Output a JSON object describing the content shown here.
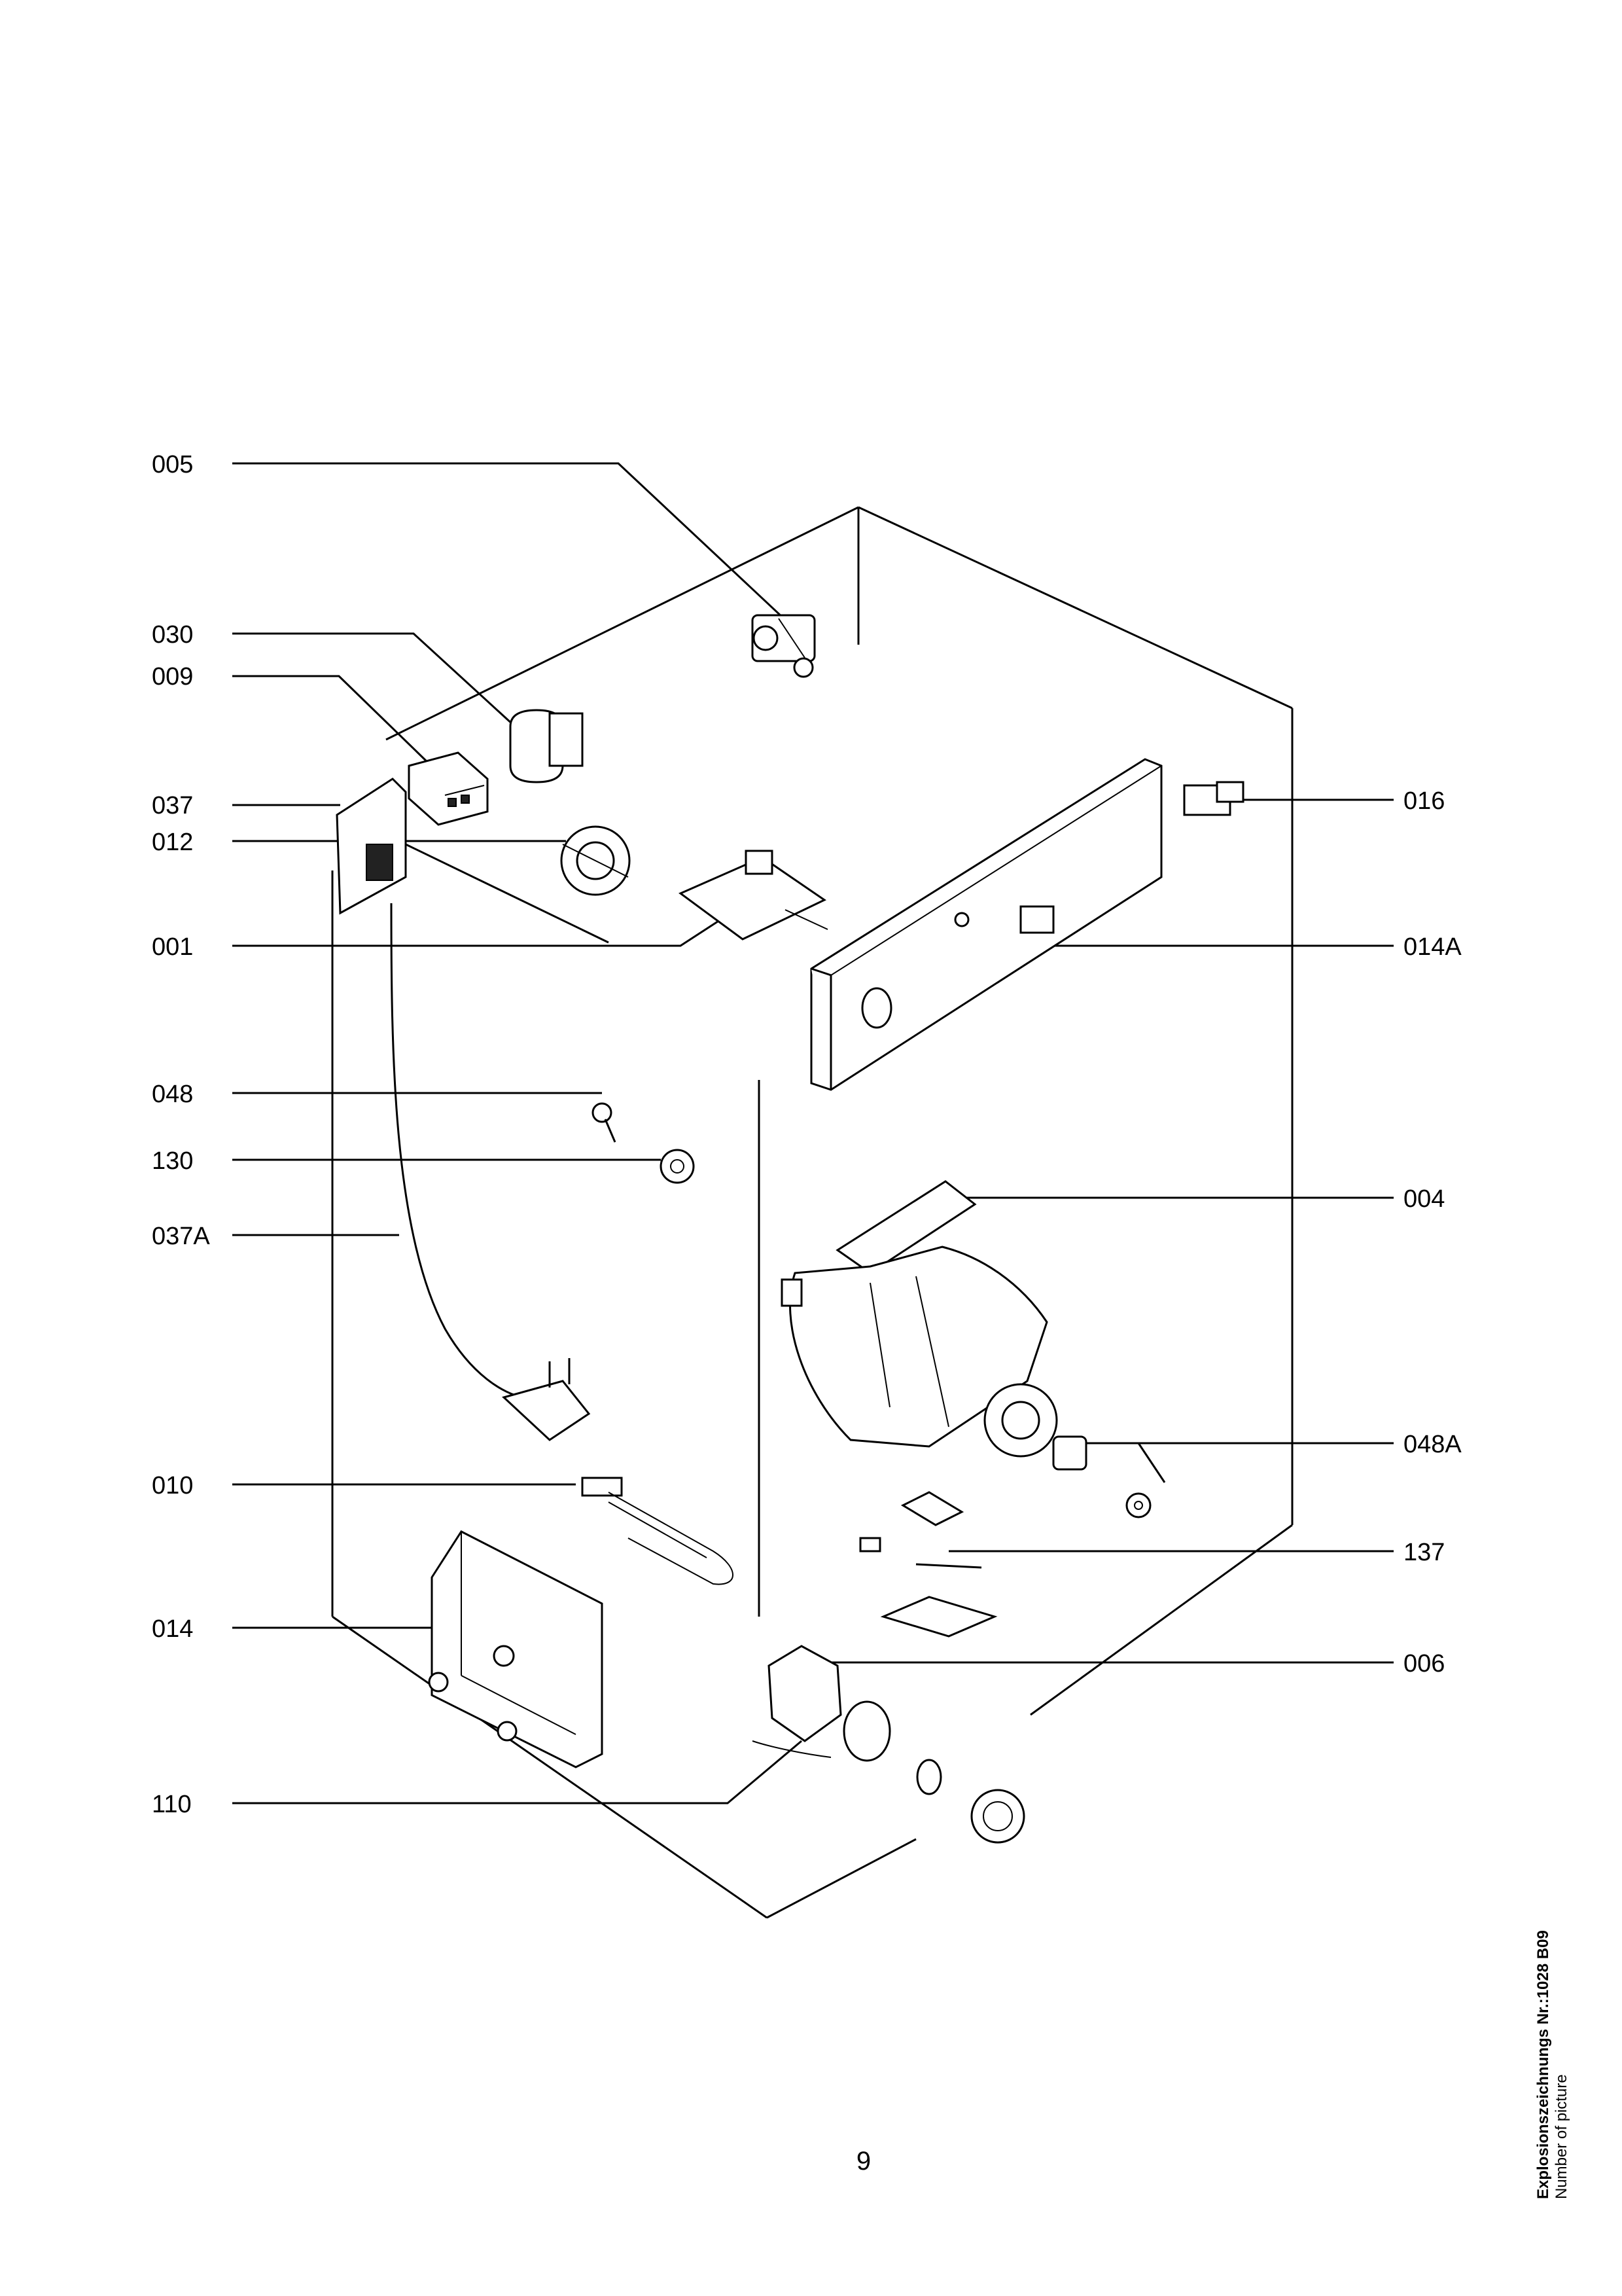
{
  "callouts": {
    "c005": "005",
    "c030": "030",
    "c009": "009",
    "c037": "037",
    "c012": "012",
    "c001": "001",
    "c048": "048",
    "c130": "130",
    "c037A": "037A",
    "c010": "010",
    "c014": "014",
    "c110": "110",
    "c016": "016",
    "c014A": "014A",
    "c004": "004",
    "c048A": "048A",
    "c137": "137",
    "c006": "006"
  },
  "footer": {
    "page_number": "9",
    "caption_title": "Explosionszeichnungs Nr.:1028 B09",
    "caption_subtitle": "Number of picture"
  }
}
